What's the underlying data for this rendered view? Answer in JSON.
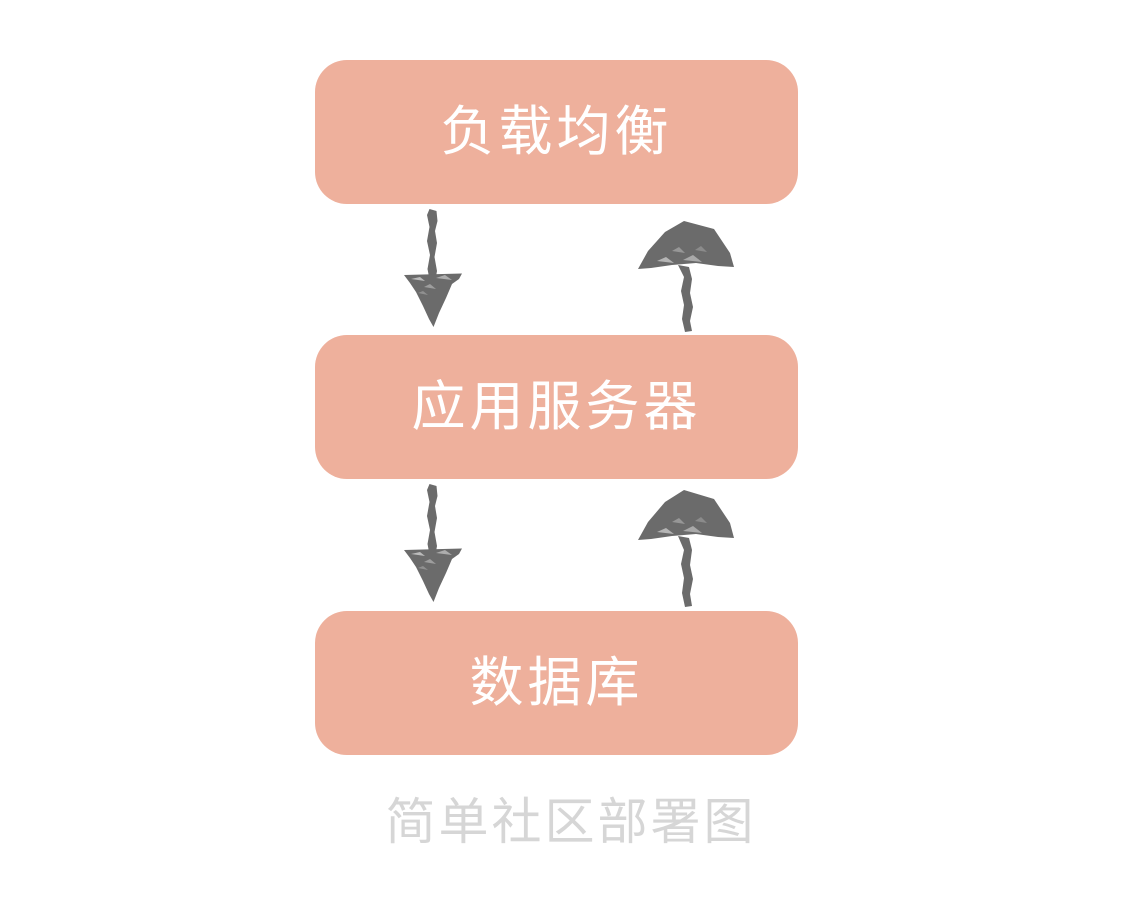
{
  "diagram": {
    "title_caption": "简单社区部署图",
    "background_color": "#ffffff",
    "node_fill_color": "#eeb09c",
    "node_text_color": "#ffffff",
    "arrow_color": "#6b6b6b",
    "caption_color": "#d6d6d6",
    "style": "hand-drawn-sketch",
    "nodes": [
      {
        "id": "load-balancer",
        "label": "负载均衡",
        "order": 1
      },
      {
        "id": "application-server",
        "label": "应用服务器",
        "order": 2
      },
      {
        "id": "database",
        "label": "数据库",
        "order": 3
      }
    ],
    "connections": [
      {
        "id": "lb-to-app",
        "from": "load-balancer",
        "to": "application-server",
        "direction": "down",
        "icon": "arrow-down-icon"
      },
      {
        "id": "app-to-lb",
        "from": "application-server",
        "to": "load-balancer",
        "direction": "up",
        "icon": "arrow-up-icon"
      },
      {
        "id": "app-to-db",
        "from": "application-server",
        "to": "database",
        "direction": "down",
        "icon": "arrow-down-icon"
      },
      {
        "id": "db-to-app",
        "from": "database",
        "to": "application-server",
        "direction": "up",
        "icon": "arrow-up-icon"
      }
    ]
  }
}
